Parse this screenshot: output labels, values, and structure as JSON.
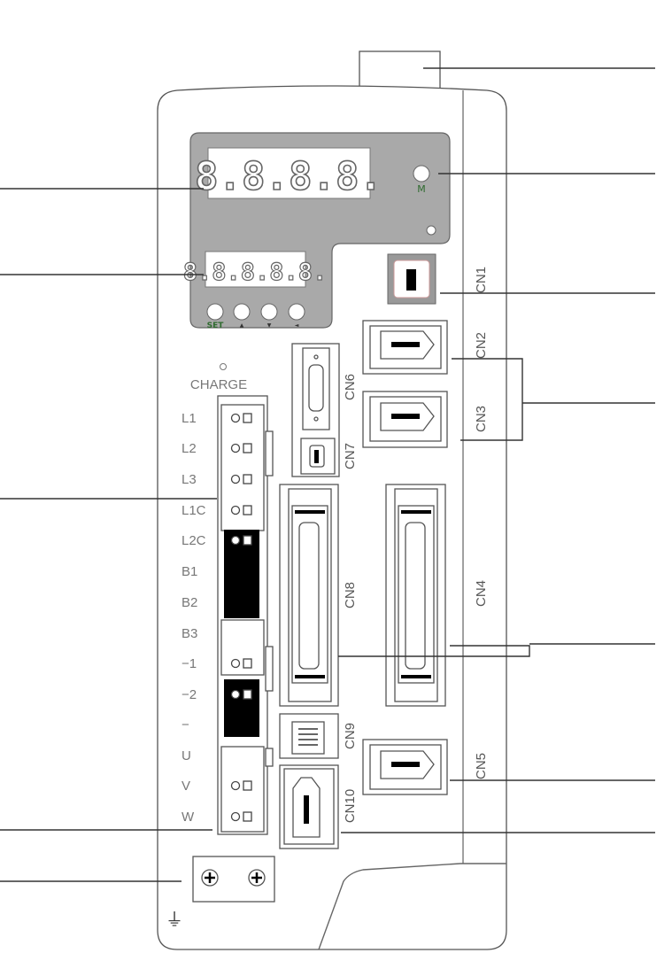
{
  "panel": {
    "display_main": "8.8.8.8.",
    "display_sub": "8.8.8.8.8.",
    "mode_label": "M",
    "buttons": [
      "SET",
      "▲",
      "▼",
      "◄"
    ],
    "charge_label": "CHARGE"
  },
  "terminals": [
    "L1",
    "L2",
    "L3",
    "L1C",
    "L2C",
    "B1",
    "B2",
    "B3",
    "−1",
    "−2",
    "−",
    "U",
    "V",
    "W"
  ],
  "connectors": {
    "cn1": "CN1",
    "cn2": "CN2",
    "cn3": "CN3",
    "cn4": "CN4",
    "cn5": "CN5",
    "cn6": "CN6",
    "cn7": "CN7",
    "cn8": "CN8",
    "cn9": "CN9",
    "cn10": "CN10"
  },
  "ground_symbol": "⏚",
  "colors": {
    "panel": "#a9a9a9",
    "set_label": "#2f6b2f",
    "outline": "#555555"
  }
}
